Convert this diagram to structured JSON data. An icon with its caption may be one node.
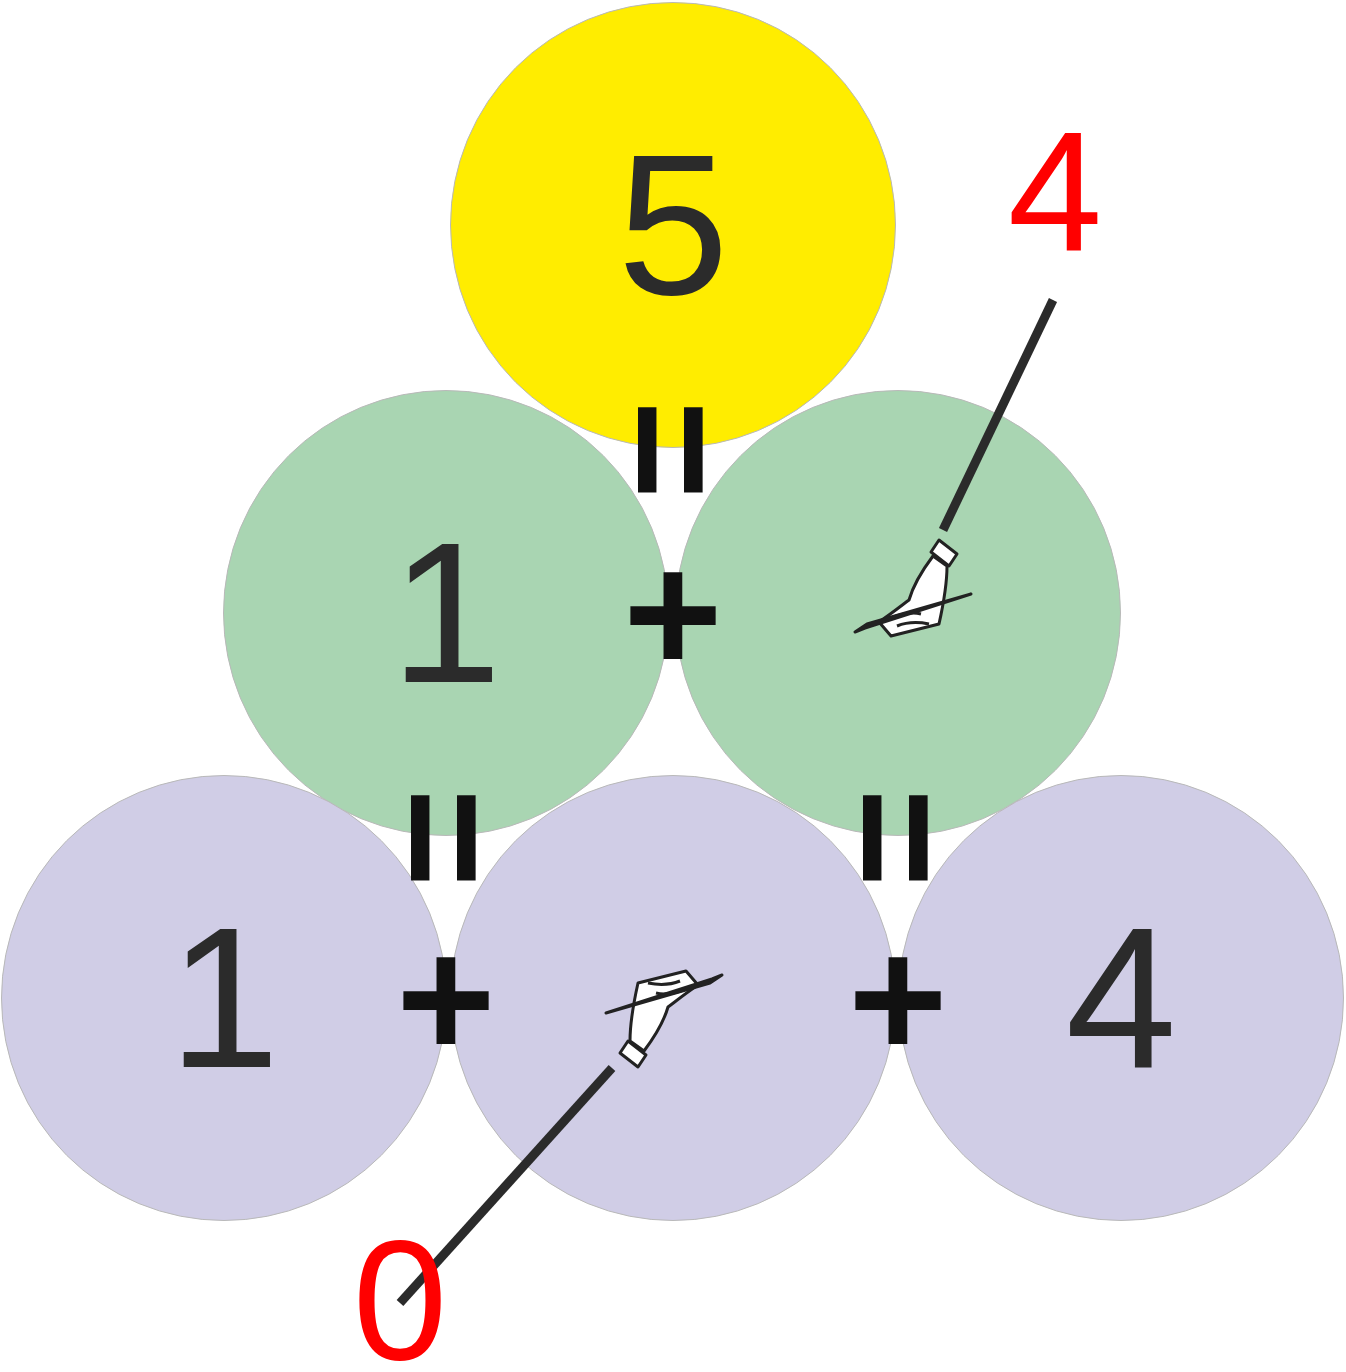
{
  "diagram": {
    "nodes": [
      {
        "text": [
          "5"
        ]
      },
      {
        "text": [
          "1"
        ]
      },
      {
        "text": [],
        "shape": "circle"
      },
      {
        "text": [
          "1"
        ]
      },
      {
        "text": [],
        "shape": "circle"
      },
      {
        "text": [
          "4"
        ]
      },
      {
        "text": [
          "4"
        ]
      },
      {
        "text": [
          "0"
        ]
      }
    ],
    "edges": [
      {
        "from": 6,
        "to": 2,
        "arrow": "none"
      },
      {
        "from": 7,
        "to": 4,
        "arrow": "none"
      }
    ],
    "labels": [
      "=",
      "+",
      "=",
      "=",
      "+",
      "+"
    ]
  }
}
